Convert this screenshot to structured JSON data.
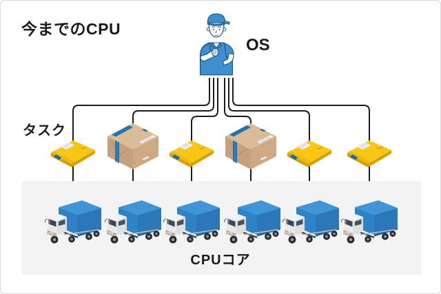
{
  "title": "今までのCPU",
  "os": {
    "label": "OS",
    "figure": "delivery-worker-illustration"
  },
  "tasks": {
    "label": "タスク",
    "items": [
      {
        "type": "envelope"
      },
      {
        "type": "box"
      },
      {
        "type": "envelope"
      },
      {
        "type": "box"
      },
      {
        "type": "envelope"
      },
      {
        "type": "envelope"
      }
    ]
  },
  "cpu": {
    "label": "CPUコア",
    "core_count": 6,
    "core_icon": "truck"
  },
  "flow": {
    "description": "six-lines-from-os-fan-out-to-tasks-with-down-arrows-into-cpu-cores",
    "line_count": 6
  },
  "colors": {
    "background": "#FFFFFF",
    "line_black": "#1A1A1A",
    "panel_gray": "#F3F3F3",
    "accent_blue": "#2E81C4",
    "truck_blue_top": "#3F95D7",
    "envelope_yellow": "#F8C614",
    "box_tan": "#D0AC86",
    "tape_blue": "#2273AE",
    "person_blue": "#3D8FCE"
  }
}
